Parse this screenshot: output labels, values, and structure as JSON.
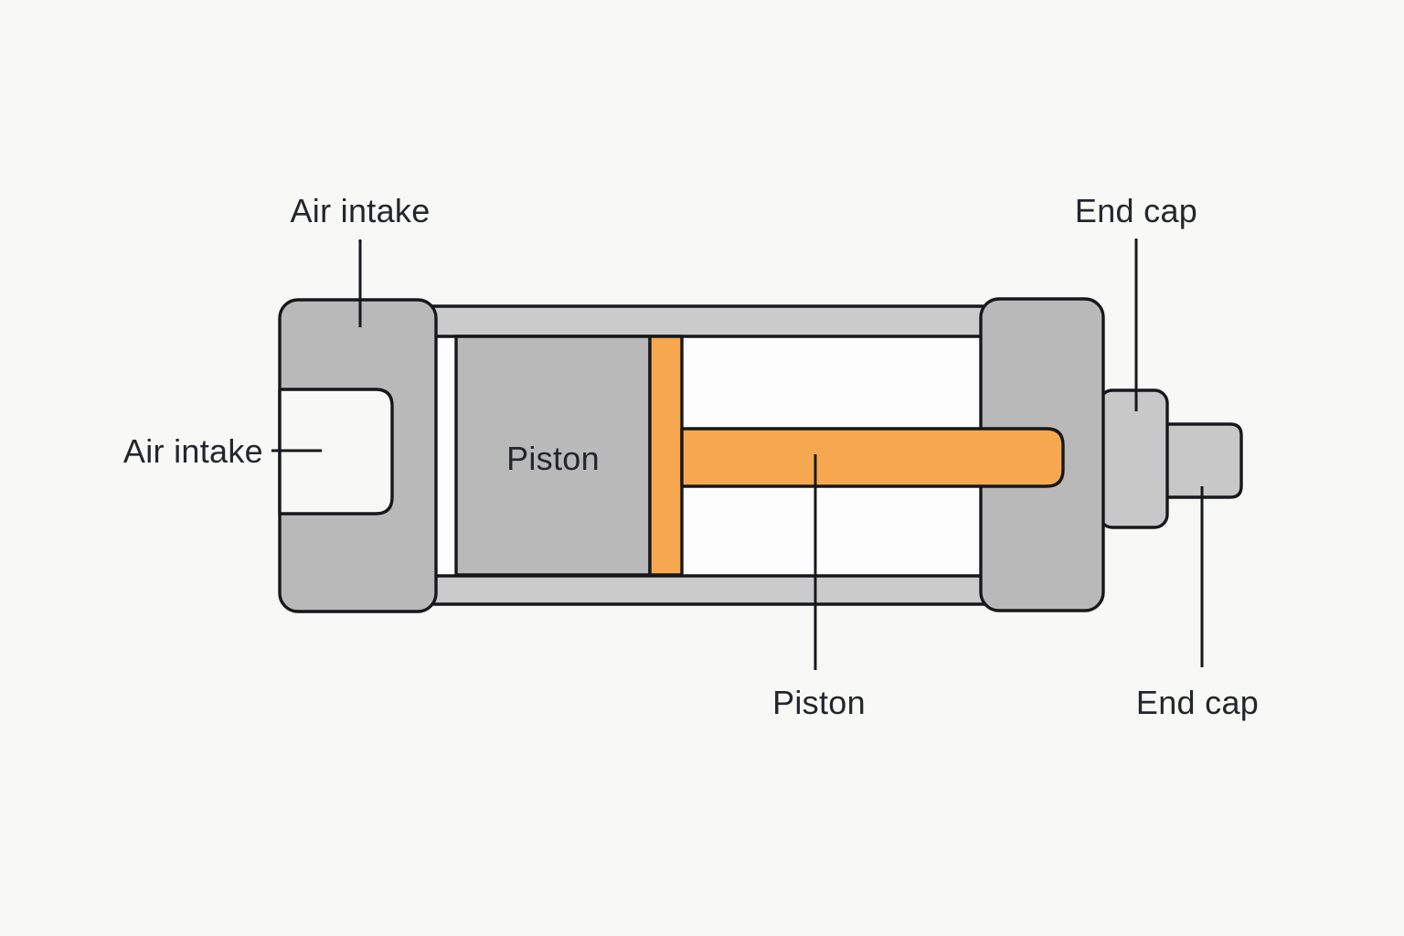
{
  "diagram": {
    "subject": "pneumatic-cylinder-cutaway",
    "labels": {
      "air_intake_top": "Air intake",
      "air_intake_side": "Air intake",
      "piston_body": "Piston",
      "piston_rod": "Piston",
      "end_cap_top": "End cap",
      "end_cap_bottom": "End cap"
    },
    "colors": {
      "background": "#f8f8f6",
      "interior": "#fdfdfd",
      "block_gray": "#b9b9b9",
      "wall_gray": "#cbcbcb",
      "cap_gray": "#c8c8c8",
      "port_fill": "#f8f8f6",
      "orange": "#f6a850",
      "outline": "#16181c",
      "text": "#23262c"
    }
  }
}
